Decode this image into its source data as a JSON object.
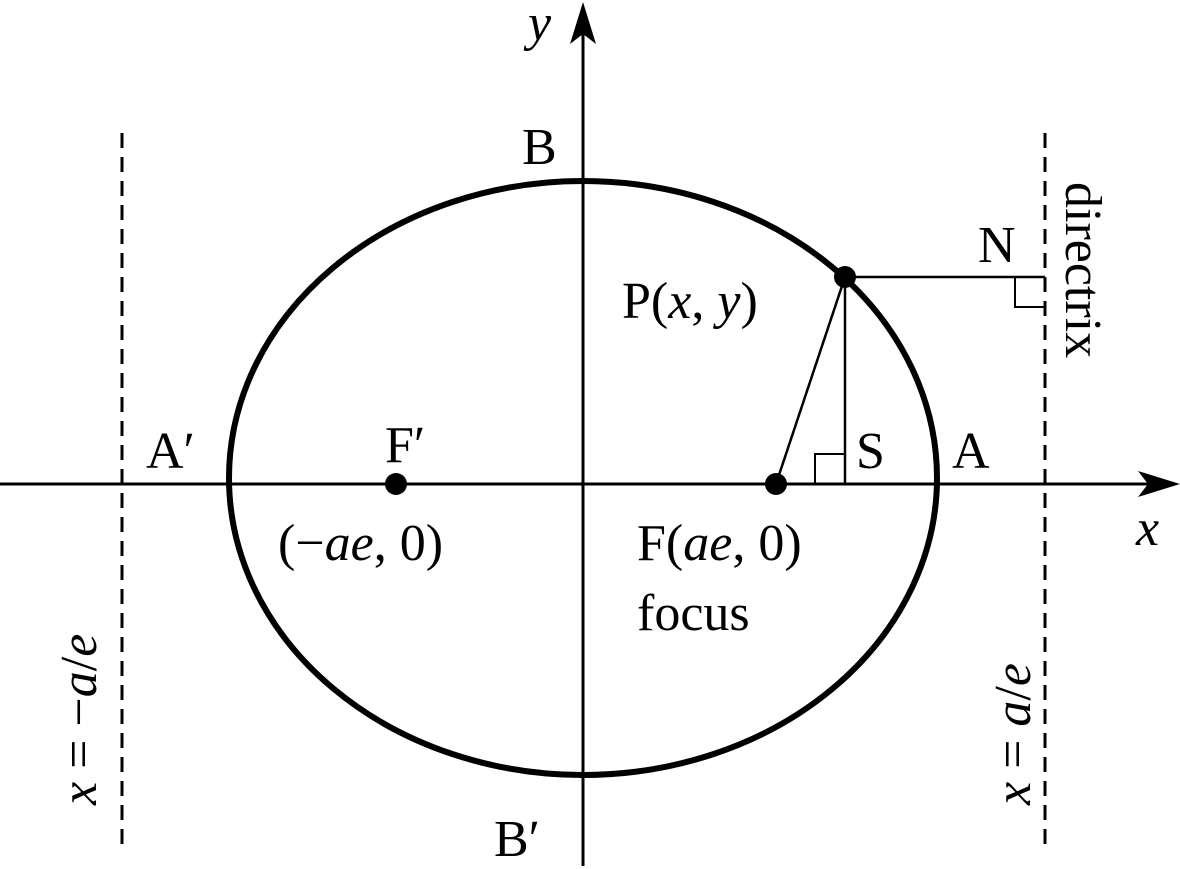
{
  "labels": {
    "y_axis": "y",
    "x_axis": "x",
    "B": "B",
    "B_prime": "B′",
    "A": "A",
    "A_prime": "A′",
    "F_prime": "F′",
    "S": "S",
    "N": "N",
    "directrix": "directrix",
    "focus": "focus",
    "P_open": "P(",
    "P_x": "x",
    "P_comma": ", ",
    "P_y": "y",
    "P_close": ")",
    "F_open": "F(",
    "F_ae": "ae",
    "F_rest": ", 0)",
    "Fp_open": "(−",
    "Fp_ae": "ae",
    "Fp_rest": ", 0)",
    "left_dir_x": "x",
    "left_dir_mid": " = −",
    "left_dir_a": "a",
    "left_dir_slash": "/",
    "left_dir_e": "e",
    "right_dir_x": "x",
    "right_dir_mid": " = ",
    "right_dir_a": "a",
    "right_dir_slash": "/",
    "right_dir_e": "e"
  },
  "colors": {
    "ink": "#000000",
    "background": "#ffffff"
  }
}
